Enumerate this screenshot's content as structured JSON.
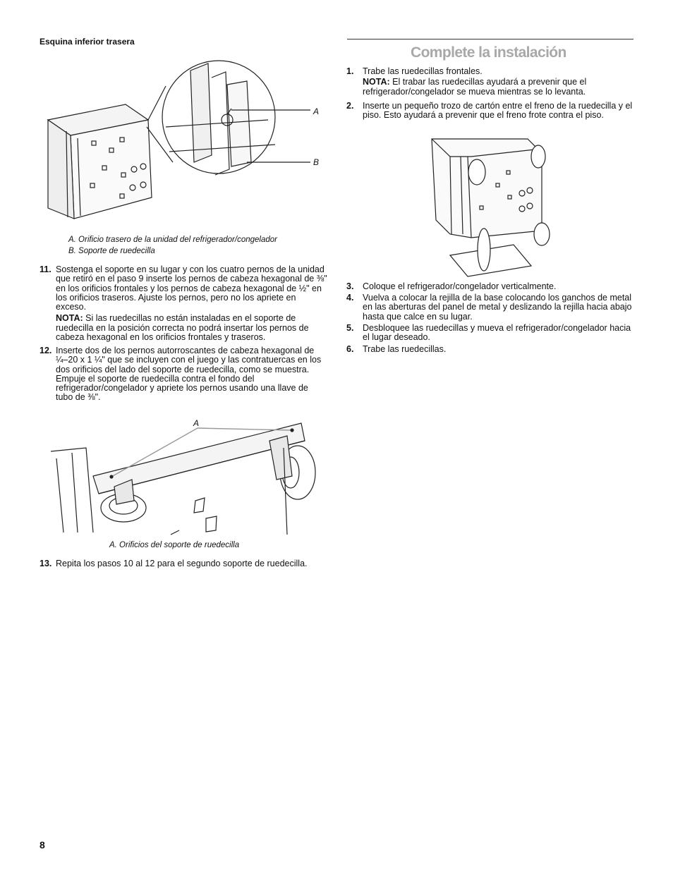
{
  "left": {
    "subheading": "Esquina inferior trasera",
    "figure1": {
      "callout_a": "A",
      "callout_b": "B",
      "caption_a": "A. Orificio trasero de la unidad del refrigerador/congelador",
      "caption_b": "B. Soporte de ruedecilla"
    },
    "steps": [
      {
        "num": "11.",
        "text": "Sostenga el soporte en su lugar y con los cuatro pernos de la unidad que retiró en el paso 9 inserte los pernos de cabeza hexagonal de ⅜\" en los orificios frontales y los pernos de cabeza hexagonal de ½\" en los orificios traseros. Ajuste los pernos, pero no los apriete en exceso.",
        "note_label": "NOTA:",
        "note_text": " Si las ruedecillas no están instaladas en el soporte de ruedecilla en la posición correcta no podrá insertar los pernos de cabeza hexagonal en los orificios frontales y traseros."
      },
      {
        "num": "12.",
        "text": "Inserte dos de los pernos autorroscantes de cabeza hexagonal de ¼–20 x 1 ¼\" que se incluyen con el juego y las contratuercas en los dos orificios del lado del soporte de ruedecilla, como se muestra. Empuje el soporte de ruedecilla contra el fondo del refrigerador/congelador y apriete los pernos usando una llave de tubo de ⅜\"."
      },
      {
        "num": "13.",
        "text": "Repita los pasos 10 al 12 para el segundo soporte de ruedecilla."
      }
    ],
    "figure2": {
      "callout_a": "A",
      "caption": "A. Orificios del soporte de ruedecilla"
    }
  },
  "right": {
    "title": "Complete la instalación",
    "steps": [
      {
        "num": "1.",
        "text": "Trabe las ruedecillas frontales.",
        "note_label": "NOTA:",
        "note_text": " El trabar las ruedecillas ayudará a prevenir que el refrigerador/congelador se mueva mientras se lo levanta."
      },
      {
        "num": "2.",
        "text": "Inserte un pequeño trozo de cartón entre el freno de la ruedecilla y el piso. Esto ayudará a prevenir que el freno frote contra el piso."
      },
      {
        "num": "3.",
        "text": "Coloque el refrigerador/congelador verticalmente."
      },
      {
        "num": "4.",
        "text": "Vuelva a colocar la rejilla de la base colocando los ganchos de metal en las aberturas del panel de metal y deslizando la rejilla hacia abajo hasta que calce en su lugar."
      },
      {
        "num": "5.",
        "text": "Desbloquee las ruedecillas y mueva el refrigerador/congelador hacia el lugar deseado."
      },
      {
        "num": "6.",
        "text": "Trabe las ruedecillas."
      }
    ]
  },
  "page_number": "8"
}
